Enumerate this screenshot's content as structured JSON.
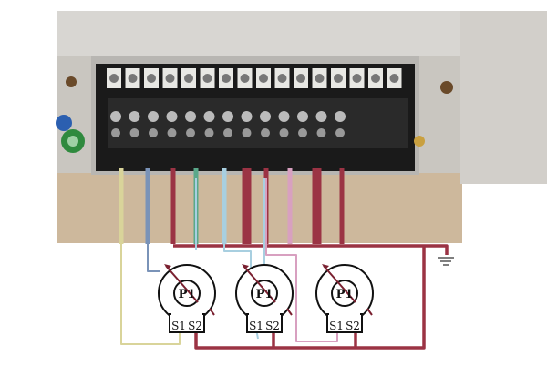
{
  "diagram": {
    "title": "Three-phase current transformer wiring to terminal block",
    "transformers": [
      {
        "primary": "P1",
        "s1": "S1",
        "s2": "S2"
      },
      {
        "primary": "P1",
        "s1": "S1",
        "s2": "S2"
      },
      {
        "primary": "P1",
        "s1": "S1",
        "s2": "S2"
      }
    ],
    "colors": {
      "common_wire": "#9b3344",
      "yellow_wire": "#d9d49a",
      "blue_wire": "#7a93b8",
      "light_blue_wire": "#a8cfe0",
      "pink_wire": "#d8a0c0",
      "terminal_block": "#1a1a1a"
    }
  }
}
